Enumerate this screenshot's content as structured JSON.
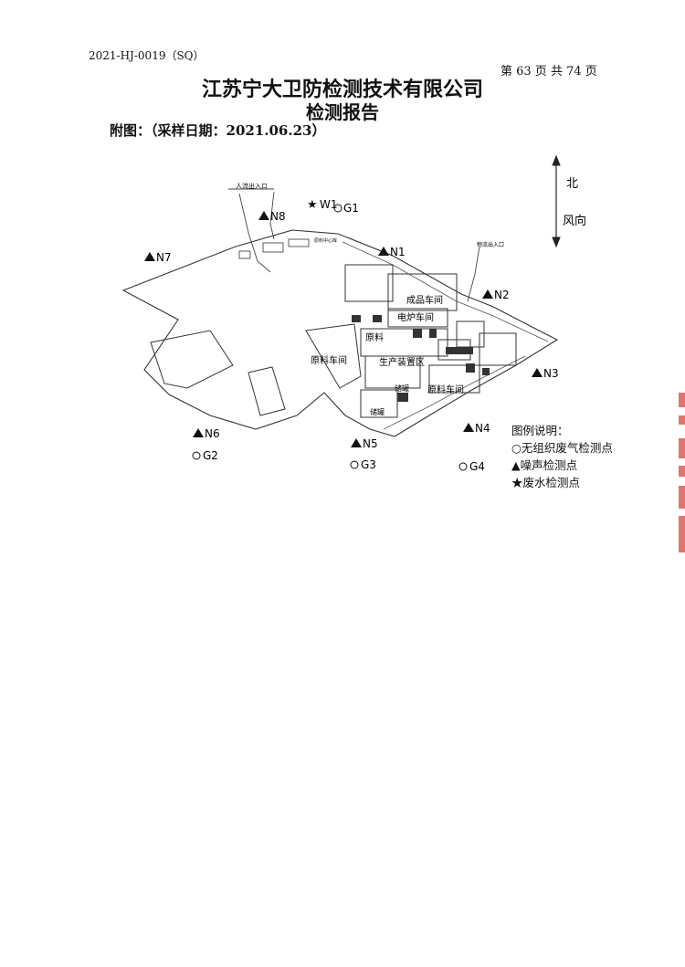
{
  "header": {
    "doc_number": "2021-HJ-0019（SQ）",
    "page_number": "第 63 页 共 74 页",
    "company": "江苏宁大卫防检测技术有限公司",
    "report_title": "检测报告",
    "caption": "附图：（采样日期：2021.06.23）"
  },
  "compass": {
    "north": "北",
    "wind": "风向"
  },
  "map": {
    "points": [
      {
        "label": "N1",
        "type": "noise"
      },
      {
        "label": "N2",
        "type": "noise"
      },
      {
        "label": "N3",
        "type": "noise"
      },
      {
        "label": "N4",
        "type": "noise"
      },
      {
        "label": "N5",
        "type": "noise"
      },
      {
        "label": "N6",
        "type": "noise"
      },
      {
        "label": "N7",
        "type": "noise"
      },
      {
        "label": "N8",
        "type": "noise"
      },
      {
        "label": "W1",
        "type": "wastewater"
      },
      {
        "label": "G1",
        "type": "gas"
      },
      {
        "label": "G2",
        "type": "gas"
      },
      {
        "label": "G3",
        "type": "gas"
      },
      {
        "label": "G4",
        "type": "gas"
      }
    ],
    "areas": {
      "finished_goods": "成品车间",
      "furnace": "电炉车间",
      "raw_material": "原料车间",
      "production": "生产装置区",
      "raw_material_2": "原料车间",
      "tank1": "储罐",
      "tank2": "储罐",
      "entrance": "人流出入口",
      "logistics": "物流出入口"
    }
  },
  "legend": {
    "title": "图例说明：",
    "items": [
      {
        "symbol": "○",
        "label": "无组织废气检测点"
      },
      {
        "symbol": "▲",
        "label": "噪声检测点"
      },
      {
        "symbol": "★",
        "label": "废水检测点"
      }
    ]
  }
}
